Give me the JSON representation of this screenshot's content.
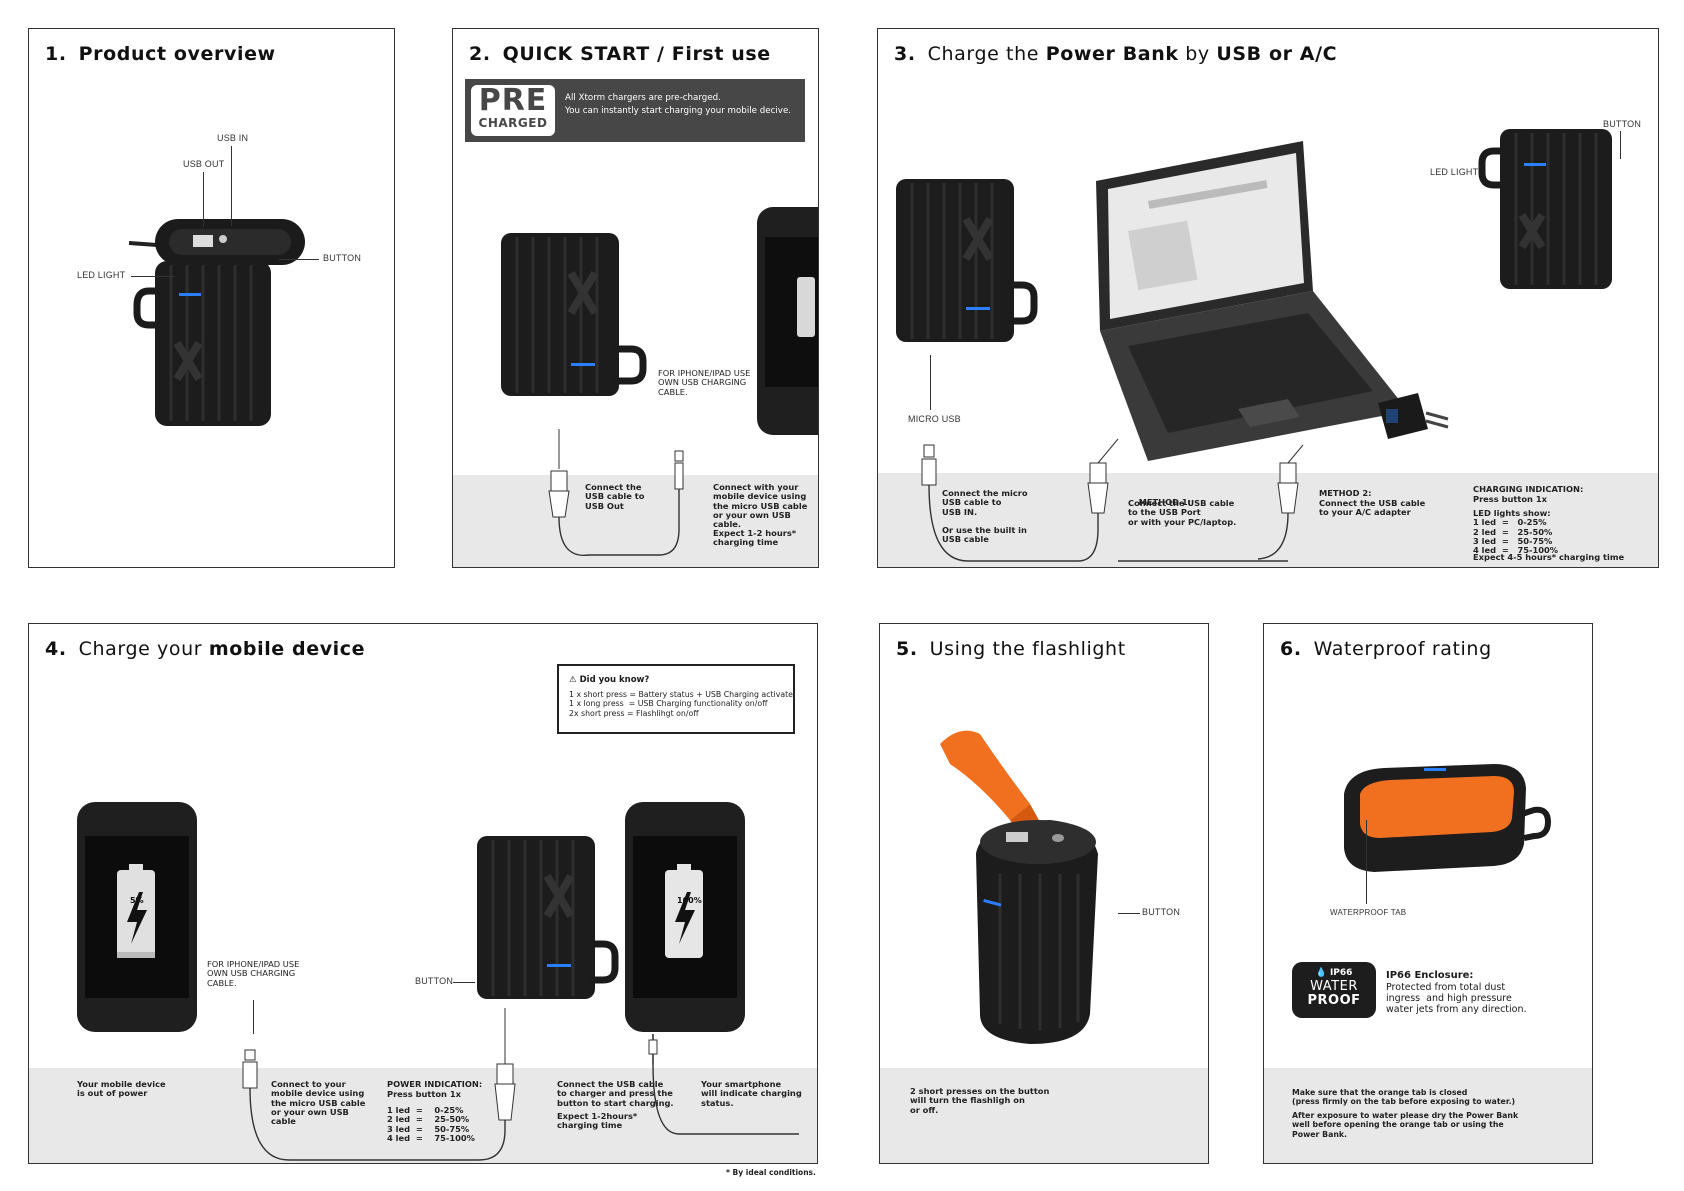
{
  "panel1": {
    "number": "1.",
    "title": "Product overview",
    "usb_in": "USB IN",
    "usb_out": "USB OUT",
    "button": "BUTTON",
    "led_light": "LED LIGHT"
  },
  "panel2": {
    "number": "2.",
    "title": "QUICK START / First use",
    "banner_pre": "PRE",
    "banner_charged": "CHARGED",
    "banner_line1": "All Xtorm chargers are pre-charged.",
    "banner_line2": "You can instantly start charging your mobile decive.",
    "iphone_note": "FOR IPHONE/IPAD USE\nOWN USB CHARGING\nCABLE.",
    "step_usb": "Connect the\nUSB cable to\nUSB Out",
    "step_device": "Connect with your\nmobile device using\nthe micro USB cable\nor your own USB\ncable.",
    "step_time": "Expect 1-2 hours*\ncharging time"
  },
  "panel3": {
    "number": "3.",
    "title_pre": "Charge the ",
    "title_b1": "Power Bank",
    "title_mid": " by ",
    "title_b2": "USB or A/C",
    "button": "BUTTON",
    "led_light": "LED LIGHT",
    "micro_usb": "MICRO USB",
    "step_micro": "Connect the micro\nUSB cable to\nUSB IN.\n\nOr use the built in\nUSB cable",
    "method1_head": "METHOD 1:",
    "method1_body": "Connect the USB cable\nto the USB Port\nor with your PC/laptop.",
    "method2_head": "METHOD 2:",
    "method2_body": "Connect the USB cable\nto your A/C adapter",
    "charging_head": "CHARGING INDICATION:",
    "charging_press": "Press button 1x",
    "charging_leds": "LED lights show:\n1 led  =   0-25%\n2 led  =   25-50%\n3 led  =   50-75%\n4 led  =   75-100%",
    "charging_time": "Expect 4-5 hours* charging time"
  },
  "panel4": {
    "number": "4.",
    "title_pre": "Charge your ",
    "title_b": "mobile device",
    "dyk_head": "Did you know?",
    "dyk_lines": "1 x short press = Battery status + USB Charging activate\n1 x long press  = USB Charging functionality on/off\n2x short press = Flashlihgt on/off",
    "battery_low": "5%",
    "battery_full": "100%",
    "iphone_note": "FOR IPHONE/IPAD USE\nOWN USB CHARGING\nCABLE.",
    "button": "BUTTON",
    "out_of_power": "Your mobile device\nis out of power",
    "connect_phone": "Connect to your\nmobile device using\nthe micro USB cable\nor your own USB\ncable",
    "power_head": "POWER INDICATION:",
    "power_press": "Press button 1x",
    "power_leds": "1 led  =    0-25%\n2 led  =    25-50%\n3 led  =    50-75%\n4 led  =    75-100%",
    "connect_charger": "Connect the USB cable\nto charger and press the\nbutton to start charging.",
    "charger_time": "Expect 1-2hours*\ncharging time",
    "smartphone": "Your smartphone\nwill indicate charging\nstatus.",
    "footnote": "* By ideal conditions."
  },
  "panel5": {
    "number": "5.",
    "title": "Using the flashlight",
    "button": "BUTTON",
    "note": "2 short presses on the button\nwill turn the flashligh on\nor off."
  },
  "panel6": {
    "number": "6.",
    "title": "Waterproof rating",
    "tab_label": "WATERPROOF TAB",
    "badge_ip": "IP66",
    "badge_water": "WATER",
    "badge_proof": "PROOF",
    "enclosure_head": "IP66 Enclosure:",
    "enclosure_body": "Protected from total dust\ningress  and high pressure\nwater jets from any direction.",
    "note1": "Make sure that the orange tab is closed\n(press firmly on the tab before exposing to water.)",
    "note2": "After exposure to water please dry the Power Bank\nwell before opening the orange tab or using the\nPower Bank."
  }
}
